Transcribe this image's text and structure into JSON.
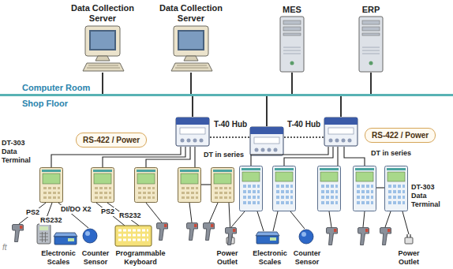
{
  "diagram": {
    "nodes": [
      {
        "text": [
          "Data Collection Server"
        ]
      },
      {
        "text": [
          "Data Collection Server"
        ]
      },
      {
        "text": [
          "MES"
        ]
      },
      {
        "text": [
          "ERP"
        ]
      },
      {
        "text": [
          "Computer Room",
          "Shop Floor"
        ]
      },
      {
        "text": [
          "RS-422 / Power"
        ]
      },
      {
        "text": [
          "RS-422 / Power"
        ]
      }
    ],
    "edges": [
      {
        "from": 0,
        "to": 4,
        "arrow": "none"
      },
      {
        "from": 1,
        "to": 4,
        "arrow": "none"
      },
      {
        "from": 2,
        "to": 4,
        "arrow": "none"
      },
      {
        "from": 3,
        "to": 4,
        "arrow": "none"
      }
    ],
    "labels": [
      "T-40 Hub",
      "T-40 Hub",
      "DT in series",
      "DT in series",
      "DT-303 Data Terminal",
      "DT-303 Data Terminal",
      "PS2",
      "RS232",
      "DI/DO X2",
      "PS2",
      "RS232",
      "Electronic Scales",
      "Counter Sensor",
      "Programmable Keyboard",
      "Power Outlet",
      "Electronic Scales",
      "Counter Sensor",
      "Power Outlet",
      "ft"
    ]
  }
}
